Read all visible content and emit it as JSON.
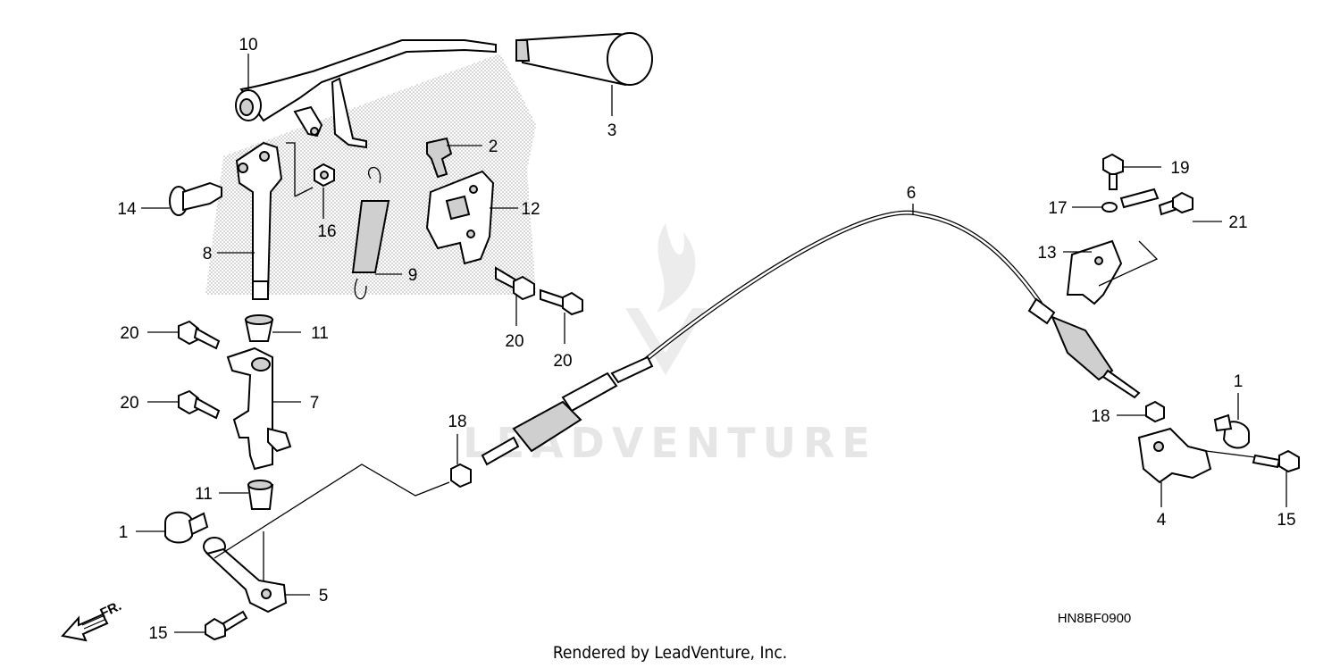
{
  "diagram": {
    "drawing_code": "HN8BF0900",
    "footer": "Rendered by LeadVenture, Inc.",
    "watermark": "LEADVENTURE",
    "direction_label": "FR.",
    "callouts": [
      {
        "id": "c10a",
        "label": "10"
      },
      {
        "id": "c3",
        "label": "3"
      },
      {
        "id": "c2",
        "label": "2"
      },
      {
        "id": "c12",
        "label": "12"
      },
      {
        "id": "c14",
        "label": "14"
      },
      {
        "id": "c16",
        "label": "16"
      },
      {
        "id": "c8",
        "label": "8"
      },
      {
        "id": "c9",
        "label": "9"
      },
      {
        "id": "c20a",
        "label": "20"
      },
      {
        "id": "c20b",
        "label": "20"
      },
      {
        "id": "c20c",
        "label": "20"
      },
      {
        "id": "c20d",
        "label": "20"
      },
      {
        "id": "c11a",
        "label": "11"
      },
      {
        "id": "c7",
        "label": "7"
      },
      {
        "id": "c11b",
        "label": "11"
      },
      {
        "id": "c1a",
        "label": "1"
      },
      {
        "id": "c5",
        "label": "5"
      },
      {
        "id": "c15a",
        "label": "15"
      },
      {
        "id": "c18a",
        "label": "18"
      },
      {
        "id": "c6",
        "label": "6"
      },
      {
        "id": "c19",
        "label": "19"
      },
      {
        "id": "c17",
        "label": "17"
      },
      {
        "id": "c21",
        "label": "21"
      },
      {
        "id": "c13",
        "label": "13"
      },
      {
        "id": "c1b",
        "label": "1"
      },
      {
        "id": "c18b",
        "label": "18"
      },
      {
        "id": "c4",
        "label": "4"
      },
      {
        "id": "c15b",
        "label": "15"
      }
    ]
  }
}
